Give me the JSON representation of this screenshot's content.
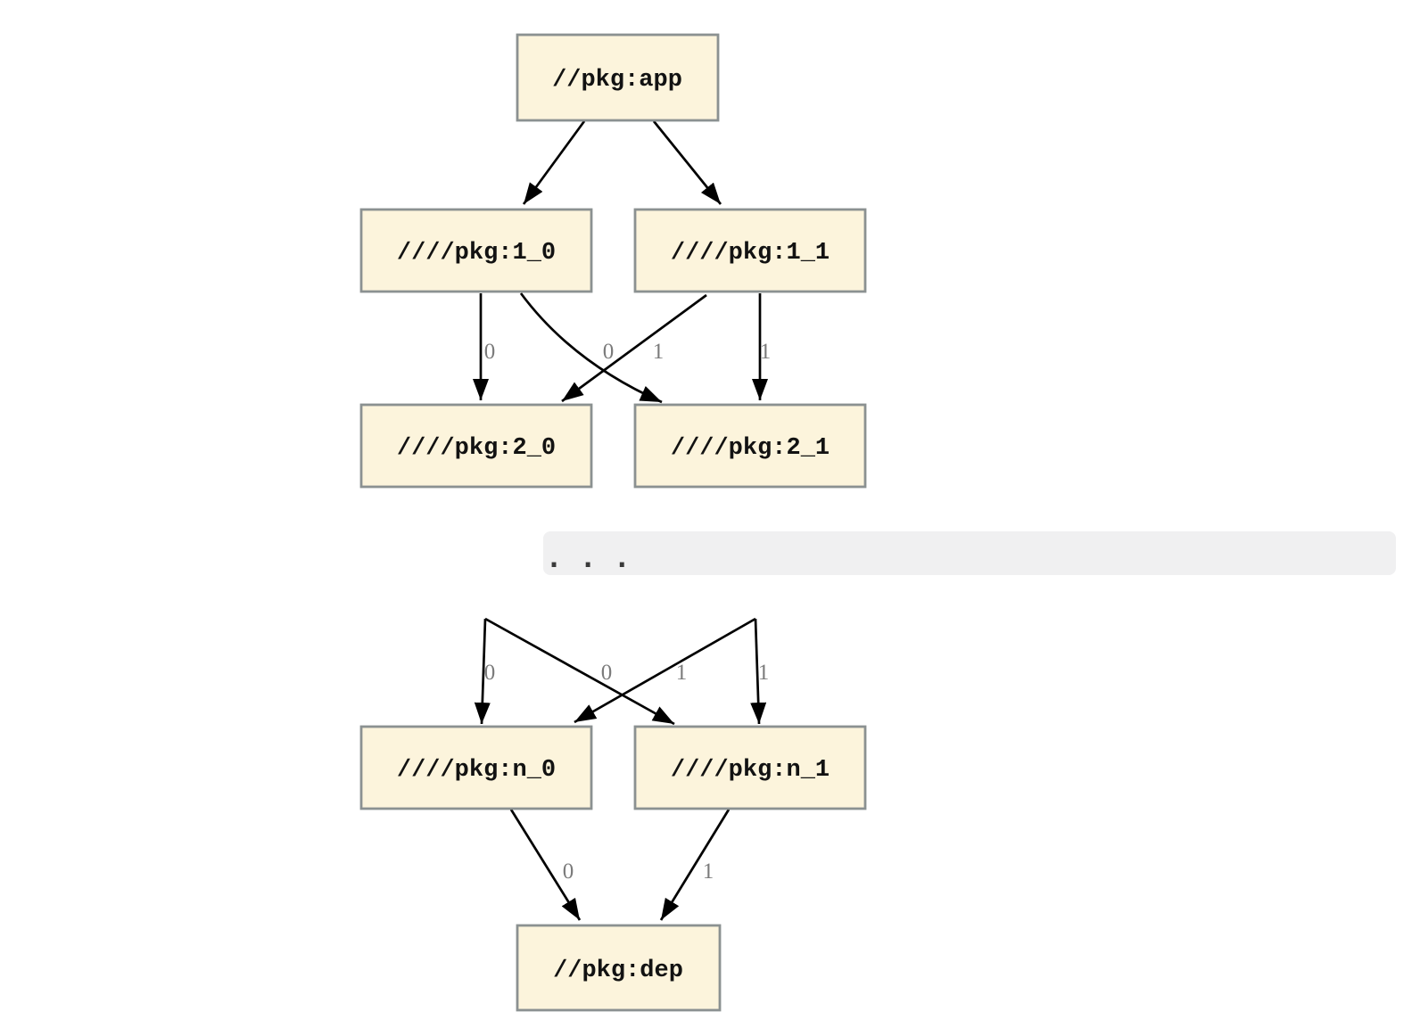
{
  "diagram": {
    "type": "package-dependency-graph",
    "colors": {
      "background": "#ffffff",
      "node_fill": "#fcf4dc",
      "node_border": "#8b9191",
      "edge": "#000000",
      "edge_label": "#7b7b7b",
      "separator_fill": "#f0f0f1",
      "separator_text": "#3a3a3a"
    },
    "nodes": [
      {
        "id": "app",
        "label": "//pkg:app"
      },
      {
        "id": "1_0",
        "label": "////pkg:1_0"
      },
      {
        "id": "1_1",
        "label": "////pkg:1_1"
      },
      {
        "id": "2_0",
        "label": "////pkg:2_0"
      },
      {
        "id": "2_1",
        "label": "////pkg:2_1"
      },
      {
        "id": "n_0",
        "label": "////pkg:n_0"
      },
      {
        "id": "n_1",
        "label": "////pkg:n_1"
      },
      {
        "id": "dep",
        "label": "//pkg:dep"
      }
    ],
    "separator": {
      "text": ". . ."
    },
    "edge_labels": [
      {
        "edge": "1_0->2_0",
        "label": "0"
      },
      {
        "edge": "1_1->2_0",
        "label": "0"
      },
      {
        "edge": "1_0->2_1",
        "label": "1"
      },
      {
        "edge": "1_1->2_1",
        "label": "1"
      },
      {
        "edge": "elided->n_0",
        "label": "0"
      },
      {
        "edge": "elided->n_0-cross",
        "label": "0"
      },
      {
        "edge": "elided->n_1-cross",
        "label": "1"
      },
      {
        "edge": "elided->n_1",
        "label": "1"
      },
      {
        "edge": "n_0->dep",
        "label": "0"
      },
      {
        "edge": "n_1->dep",
        "label": "1"
      }
    ]
  }
}
